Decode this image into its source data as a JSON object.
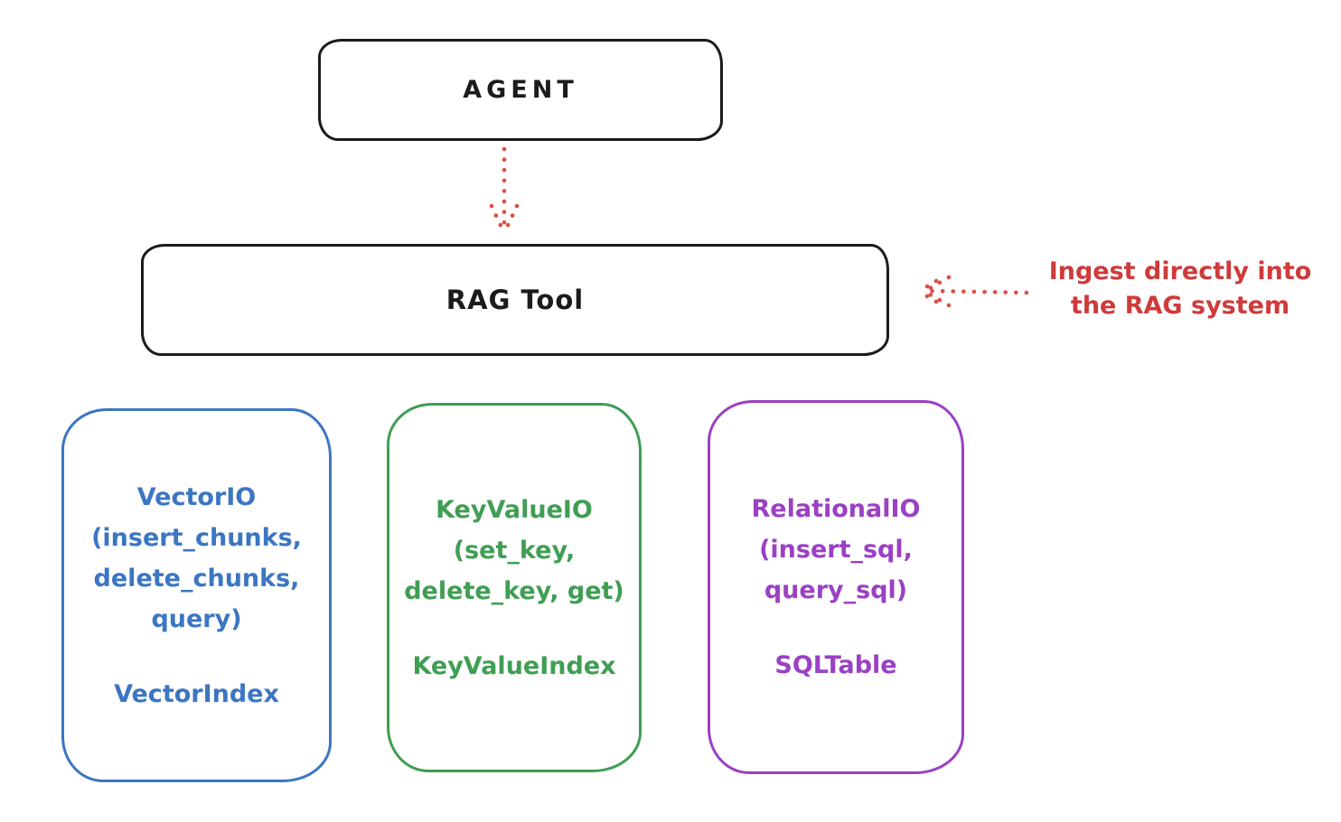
{
  "diagram": {
    "agent": {
      "label": "AGENT"
    },
    "rag_tool": {
      "label": "RAG Tool"
    },
    "annotation": {
      "line1": "Ingest directly into",
      "line2": "the RAG system"
    },
    "cards": [
      {
        "name": "vector-io",
        "methods": "VectorIO\n(insert_chunks,\ndelete_chunks,\nquery)",
        "index": "VectorIndex",
        "color": "#3b76c2"
      },
      {
        "name": "keyvalue-io",
        "methods": "KeyValueIO\n(set_key,\ndelete_key, get)",
        "index": "KeyValueIndex",
        "color": "#3f9e53"
      },
      {
        "name": "relational-io",
        "methods": "RelationalIO\n(insert_sql,\nquery_sql)",
        "index": "SQLTable",
        "color": "#9b40c4"
      }
    ],
    "colors": {
      "box_stroke": "#1b1b1b",
      "annotation_red": "#cf3a3a",
      "arrow_red": "#dd4f48",
      "blue": "#3b76c2",
      "green": "#3f9e53",
      "purple": "#9b40c4",
      "background": "#ffffff"
    }
  }
}
